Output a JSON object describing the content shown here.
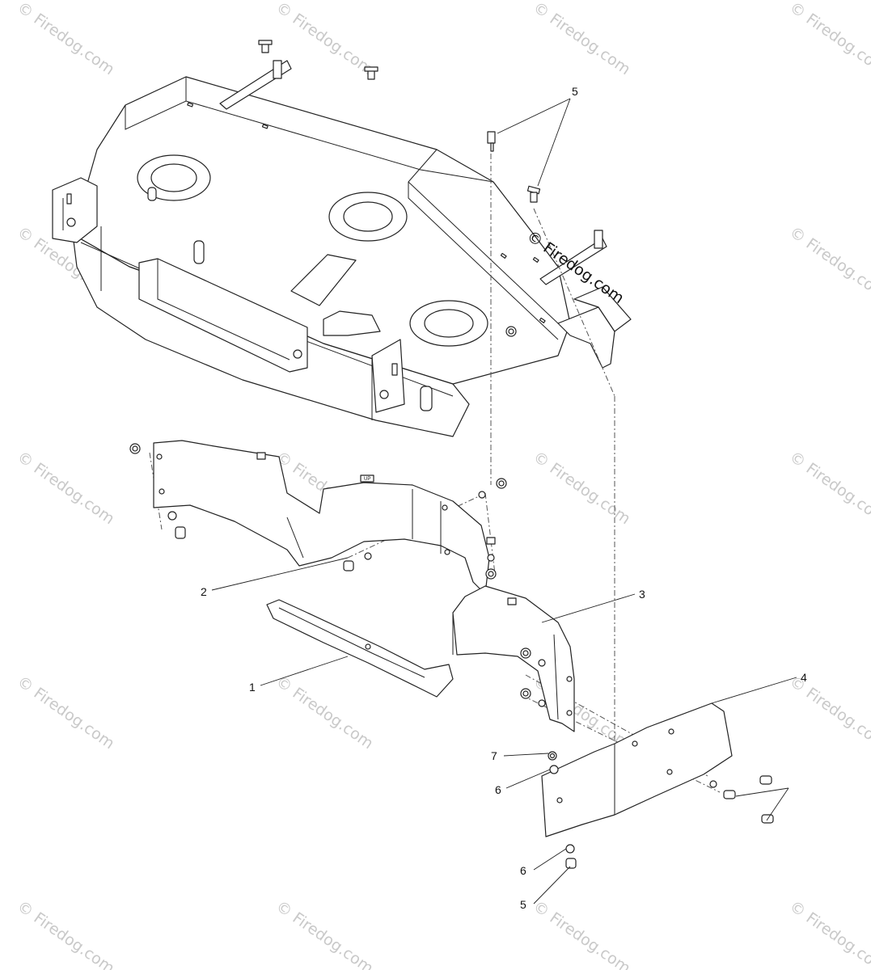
{
  "watermark": {
    "text": "© Firedog.com"
  },
  "diagram": {
    "upper_tag": "UP",
    "callouts": {
      "c1": "1",
      "c2": "2",
      "c3": "3",
      "c4": "4",
      "c5_top": "5",
      "c5_bottom": "5",
      "c6_upper": "6",
      "c6_lower": "6",
      "c7": "7"
    }
  }
}
